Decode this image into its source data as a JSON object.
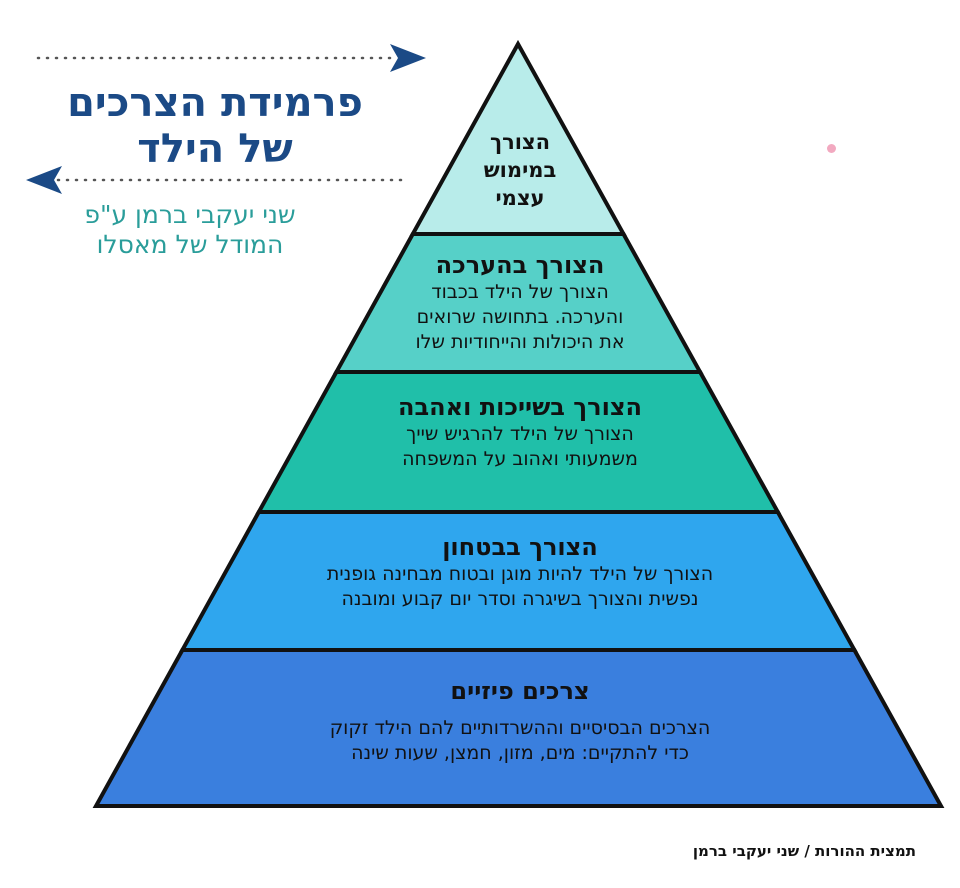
{
  "title": {
    "lines": [
      "פרמידת הצרכים",
      "של הילד"
    ]
  },
  "subtitle": {
    "lines": [
      "שני יעקבי ברמן ע\"פ",
      "המודל של מאסלו"
    ]
  },
  "tiers": [
    {
      "title_lines": [
        "הצורך",
        "במימוש",
        "עצמי"
      ],
      "body_lines": [],
      "color": "#b8ecea"
    },
    {
      "title_lines": [
        "הצורך בהערכה"
      ],
      "body_lines": [
        "הצורך של הילד בכבוד",
        "והערכה. בתחושה שרואים",
        "את היכולות והייחודיות שלו"
      ],
      "color": "#56d0c8"
    },
    {
      "title_lines": [
        "הצורך בשייכות ואהבה"
      ],
      "body_lines": [
        "הצורך של הילד להרגיש שייך",
        "משמעותי ואהוב על המשפחה"
      ],
      "color": "#20bfa9"
    },
    {
      "title_lines": [
        "הצורך בבטחון"
      ],
      "body_lines": [
        "הצורך של הילד להיות מוגן ובטוח מבחינה גופנית",
        "נפשית והצורך בשיגרה וסדר יום קבוע ומובנה"
      ],
      "color": "#2fa6ee"
    },
    {
      "title_lines": [
        "צרכים פיזיים"
      ],
      "body_lines": [
        "הצרכים הבסיסיים וההשרדותיים להם הילד זקוק",
        "כדי להתקיים: מים, מזון, חמצן, שעות שינה"
      ],
      "color": "#3a7fde"
    }
  ],
  "footer": {
    "credit": "תמצית ההורות / שני יעקבי ברמן"
  },
  "colors": {
    "title": "#1b4a86",
    "subtitle": "#2a9d9a",
    "arrow": "#1b4a86",
    "outline": "#111111"
  }
}
